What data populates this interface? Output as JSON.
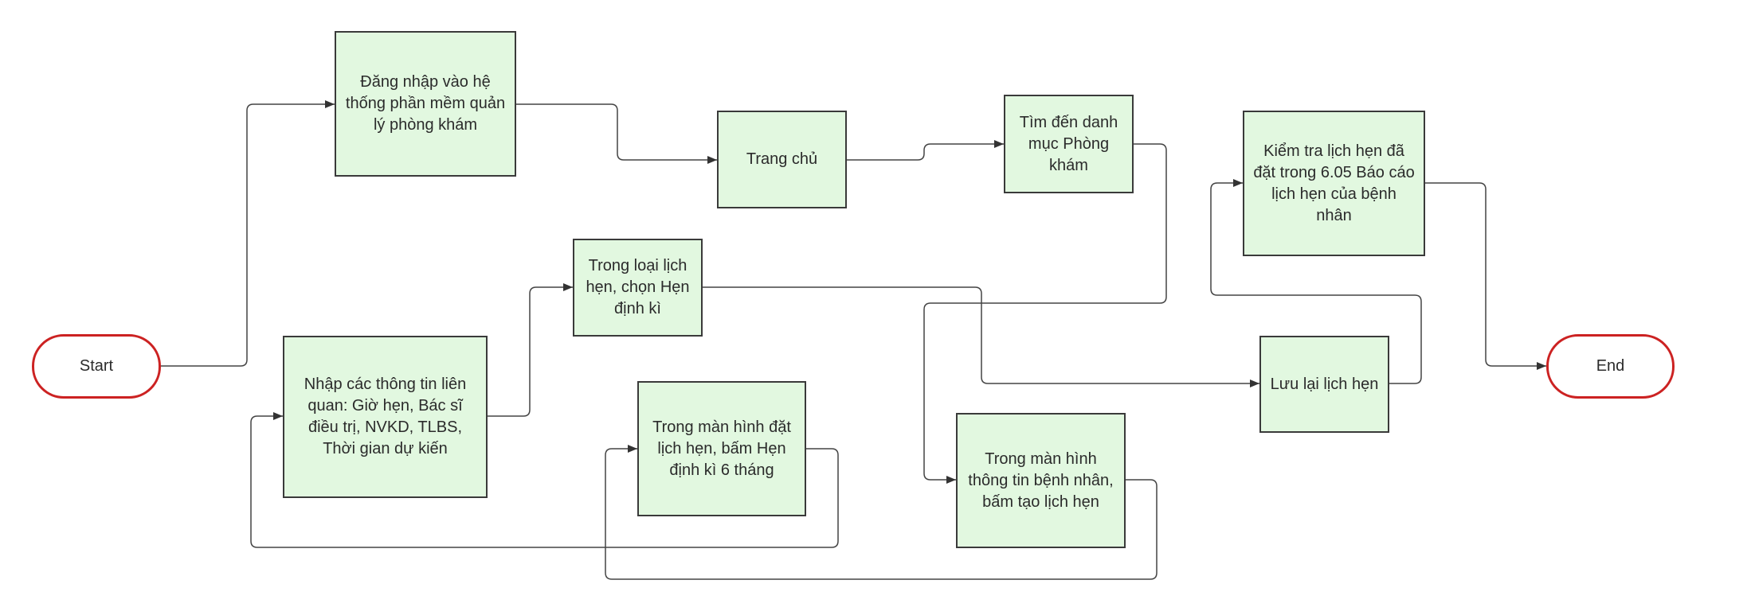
{
  "colors": {
    "box_fill": "#e2f8e0",
    "box_border": "#3a3a3a",
    "terminal_border": "#cc2222",
    "edge": "#444444"
  },
  "nodes": {
    "start": "Start",
    "login": "Đăng nhập vào hệ thống phần mềm quản lý phòng khám",
    "home": "Trang chủ",
    "clinic": "Tìm đến danh mục Phòng khám",
    "patient_info": "Trong màn hình thông tin bệnh nhân, bấm tạo lịch hẹn",
    "booking_screen": "Trong màn hình đặt lịch hẹn, bấm Hẹn định kì 6 tháng",
    "enter_info": "Nhập các thông tin liên quan: Giờ hẹn, Bác sĩ điều trị, NVKD, TLBS, Thời gian dự kiến",
    "appt_type": "Trong loại lịch hẹn, chọn Hẹn định kì",
    "save": "Lưu lại lịch hẹn",
    "check": "Kiểm tra lịch hẹn đã đặt trong 6.05 Báo cáo lịch hẹn của bệnh nhân",
    "end": "End"
  }
}
